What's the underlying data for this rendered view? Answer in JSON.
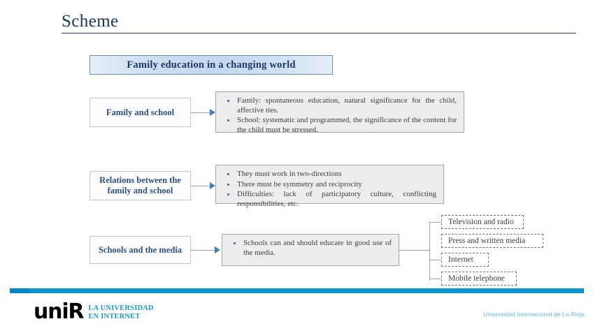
{
  "slide": {
    "title": "Scheme",
    "banner": "Family education in a changing world"
  },
  "rows": [
    {
      "label": "Family and school",
      "bullets": [
        "Family: spontaneous education, natural significance for the child, affective ties.",
        "School: systematic and programmed, the significance of the content for the child must be stressed."
      ]
    },
    {
      "label_line1": "Relations between the",
      "label_line2": "family and school",
      "bullets": [
        "They must work in two-directions",
        "There must be symmetry and reciprocity",
        "Difficulties: lack of participatory culture, conflicting responsibilities, etc."
      ]
    },
    {
      "label": "Schools and the media",
      "bullets": [
        "Schools can and should educate in good use of the media."
      ]
    }
  ],
  "media_branches": [
    {
      "label": "Television and radio"
    },
    {
      "label": "Press and written media"
    },
    {
      "label": "Internet"
    },
    {
      "label": "Mobile telephone"
    }
  ],
  "footer": {
    "logo": "uniR",
    "tagline_line1": "LA UNIVERSIDAD",
    "tagline_line2": "EN INTERNET",
    "right_text": "Universidad Internacional de La Rioja"
  },
  "colors": {
    "title": "#17365d",
    "accent_blue": "#2b5081",
    "banner_border": "#6b8cb8",
    "box_fill": "#ededed",
    "footer_bar": "#0d95ce",
    "tagline": "#1c9ad6",
    "footer_right": "#62b7e3"
  }
}
